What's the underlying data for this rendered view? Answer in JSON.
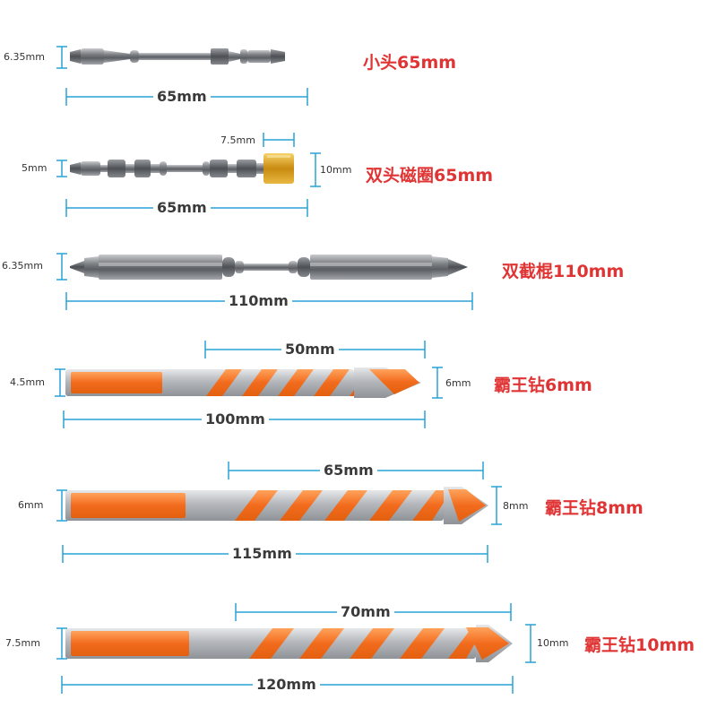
{
  "colors": {
    "dimension_line": "#29a3d6",
    "caption": "#e03434",
    "metal": "#8a8c90",
    "orange": "#f47a2a",
    "gold": "#d9a21c"
  },
  "items": [
    {
      "name": "小头65mm",
      "dia": "6.35mm",
      "length": "65mm"
    },
    {
      "name": "双头磁圈65mm",
      "dia": "5mm",
      "length": "65mm",
      "ring_width": "7.5mm",
      "ring_dia": "10mm"
    },
    {
      "name": "双截棍110mm",
      "dia": "6.35mm",
      "length": "110mm"
    },
    {
      "name": "霸王钻6mm",
      "dia": "4.5mm",
      "length": "100mm",
      "flute": "50mm",
      "tip": "6mm"
    },
    {
      "name": "霸王钻8mm",
      "dia": "6mm",
      "length": "115mm",
      "flute": "65mm",
      "tip": "8mm"
    },
    {
      "name": "霸王钻10mm",
      "dia": "7.5mm",
      "length": "120mm",
      "flute": "70mm",
      "tip": "10mm"
    }
  ]
}
